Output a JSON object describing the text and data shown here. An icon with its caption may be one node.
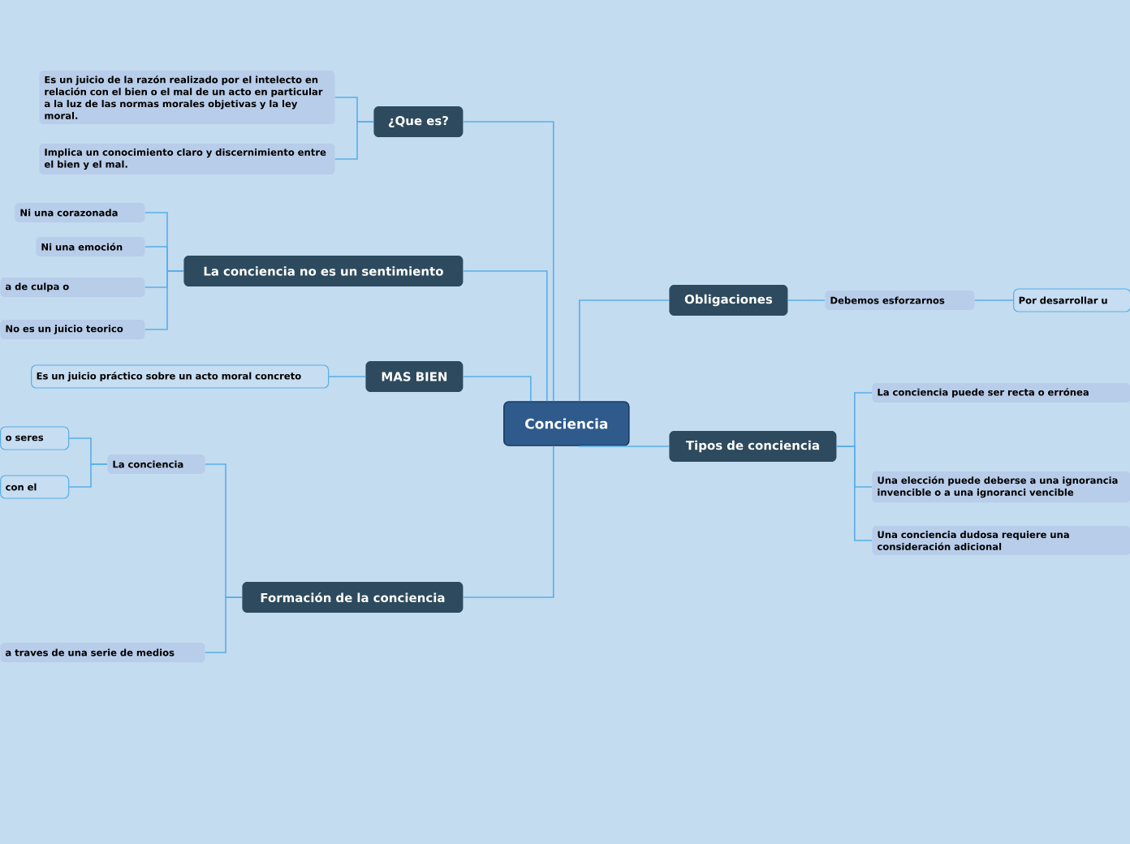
{
  "diagram": {
    "nodes": [
      {
        "text": [
          "Conciencia"
        ]
      },
      {
        "text": [
          "¿Que es?"
        ]
      },
      {
        "text": [
          "Es un juicio de la razón realizado por el intelecto en relación con el bien o el mal de un acto en particular a la luz de las normas morales objetivas y la ley moral."
        ]
      },
      {
        "text": [
          "Implica un conocimiento claro y discernimiento entre el bien y el mal."
        ]
      },
      {
        "text": [
          "La conciencia no es un sentimiento"
        ]
      },
      {
        "text": [
          "Ni una corazonada"
        ]
      },
      {
        "text": [
          "Ni una emoción"
        ]
      },
      {
        "text": [
          "a de culpa o"
        ]
      },
      {
        "text": [
          "No es un juicio teorico"
        ]
      },
      {
        "text": [
          "MAS BIEN"
        ]
      },
      {
        "text": [
          "Es un juicio práctico sobre un acto moral concreto"
        ]
      },
      {
        "text": [
          "Formación de la conciencia"
        ]
      },
      {
        "text": [
          "La conciencia"
        ]
      },
      {
        "text": [
          "o seres"
        ]
      },
      {
        "text": [
          "con el"
        ]
      },
      {
        "text": [
          "a traves de una serie de medios"
        ]
      },
      {
        "text": [
          "Obligaciones"
        ]
      },
      {
        "text": [
          "Debemos esforzarnos"
        ]
      },
      {
        "text": [
          "Por desarrollar u"
        ]
      },
      {
        "text": [
          "Tipos de conciencia"
        ]
      },
      {
        "text": [
          "La conciencia puede ser recta o errónea"
        ]
      },
      {
        "text": [
          "Una elección puede deberse a una ignorancia invencible o a una ignoranci vencible"
        ]
      },
      {
        "text": [
          "Una conciencia dudosa requiere una consideración adicional"
        ]
      }
    ],
    "edges": [
      {
        "from": 0,
        "to": 1,
        "arrow": "none"
      },
      {
        "from": 1,
        "to": 2,
        "arrow": "none"
      },
      {
        "from": 1,
        "to": 3,
        "arrow": "none"
      },
      {
        "from": 0,
        "to": 4,
        "arrow": "none"
      },
      {
        "from": 4,
        "to": 5,
        "arrow": "none"
      },
      {
        "from": 4,
        "to": 6,
        "arrow": "none"
      },
      {
        "from": 4,
        "to": 7,
        "arrow": "none"
      },
      {
        "from": 4,
        "to": 8,
        "arrow": "none"
      },
      {
        "from": 0,
        "to": 9,
        "arrow": "none"
      },
      {
        "from": 9,
        "to": 10,
        "arrow": "none"
      },
      {
        "from": 0,
        "to": 11,
        "arrow": "none"
      },
      {
        "from": 11,
        "to": 12,
        "arrow": "none"
      },
      {
        "from": 12,
        "to": 13,
        "arrow": "none"
      },
      {
        "from": 12,
        "to": 14,
        "arrow": "none"
      },
      {
        "from": 11,
        "to": 15,
        "arrow": "none"
      },
      {
        "from": 0,
        "to": 16,
        "arrow": "none"
      },
      {
        "from": 16,
        "to": 17,
        "arrow": "none"
      },
      {
        "from": 17,
        "to": 18,
        "arrow": "none"
      },
      {
        "from": 0,
        "to": 19,
        "arrow": "none"
      },
      {
        "from": 19,
        "to": 20,
        "arrow": "none"
      },
      {
        "from": 19,
        "to": 21,
        "arrow": "none"
      },
      {
        "from": 19,
        "to": 22,
        "arrow": "none"
      }
    ]
  }
}
